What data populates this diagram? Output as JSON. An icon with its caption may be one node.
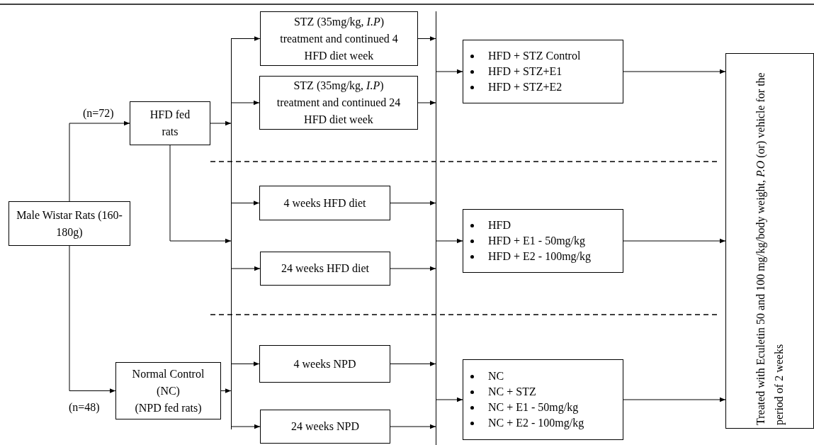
{
  "diagram": {
    "nodes": [
      {
        "text": [
          "Male Wistar Rats (160-180g)"
        ]
      },
      {
        "text": [
          "HFD fed rats"
        ]
      },
      {
        "text": [
          "Normal Control (NC)",
          "(NPD fed rats)"
        ]
      },
      {
        "text": [
          "STZ (35mg/kg, *I.P*) treatment and continued 4 HFD diet week"
        ]
      },
      {
        "text": [
          "STZ (35mg/kg, *I.P*) treatment and continued 24 HFD diet week"
        ]
      },
      {
        "text": [
          "4 weeks HFD diet"
        ]
      },
      {
        "text": [
          "24 weeks HFD diet"
        ]
      },
      {
        "text": [
          "4 weeks NPD"
        ]
      },
      {
        "text": [
          "24 weeks NPD"
        ]
      },
      {
        "text": [
          "HFD + STZ Control",
          "HFD + STZ+E1",
          "HFD + STZ+E2"
        ]
      },
      {
        "text": [
          "HFD",
          "HFD + E1 - 50mg/kg",
          "HFD + E2 - 100mg/kg"
        ]
      },
      {
        "text": [
          "NC",
          "NC + STZ",
          "NC + E1 - 50mg/kg",
          "NC + E2 - 100mg/kg"
        ]
      },
      {
        "text": [
          "Treated with Eculetin 50 and 100 mg/kg/body weight, *P.O* (or) vehicle for the period of 2 weeks"
        ]
      },
      {
        "text": [],
        "shape": "bar"
      },
      {
        "text": [],
        "shape": "bar"
      }
    ],
    "edges": [
      {
        "from": 0,
        "to": 1,
        "arrow": "to",
        "label": "(n=72)"
      },
      {
        "from": 0,
        "to": 2,
        "arrow": "to",
        "label": "(n=48)"
      },
      {
        "from": 1,
        "to": 13,
        "arrow": "to"
      },
      {
        "from": 1,
        "to": 13,
        "arrow": "to"
      },
      {
        "from": 2,
        "to": 13,
        "arrow": "to"
      },
      {
        "from": 13,
        "to": 3,
        "arrow": "to"
      },
      {
        "from": 13,
        "to": 4,
        "arrow": "to"
      },
      {
        "from": 13,
        "to": 5,
        "arrow": "to"
      },
      {
        "from": 13,
        "to": 6,
        "arrow": "to"
      },
      {
        "from": 13,
        "to": 7,
        "arrow": "to"
      },
      {
        "from": 13,
        "to": 8,
        "arrow": "to"
      },
      {
        "from": 3,
        "to": 14,
        "arrow": "to"
      },
      {
        "from": 4,
        "to": 14,
        "arrow": "to"
      },
      {
        "from": 5,
        "to": 14,
        "arrow": "to"
      },
      {
        "from": 6,
        "to": 14,
        "arrow": "to"
      },
      {
        "from": 7,
        "to": 14,
        "arrow": "to"
      },
      {
        "from": 8,
        "to": 14,
        "arrow": "to"
      },
      {
        "from": 14,
        "to": 9,
        "arrow": "to"
      },
      {
        "from": 14,
        "to": 10,
        "arrow": "to"
      },
      {
        "from": 14,
        "to": 11,
        "arrow": "to"
      },
      {
        "from": 9,
        "to": 12,
        "arrow": "to"
      },
      {
        "from": 10,
        "to": 12,
        "arrow": "to"
      },
      {
        "from": 11,
        "to": 12,
        "arrow": "to"
      }
    ]
  }
}
